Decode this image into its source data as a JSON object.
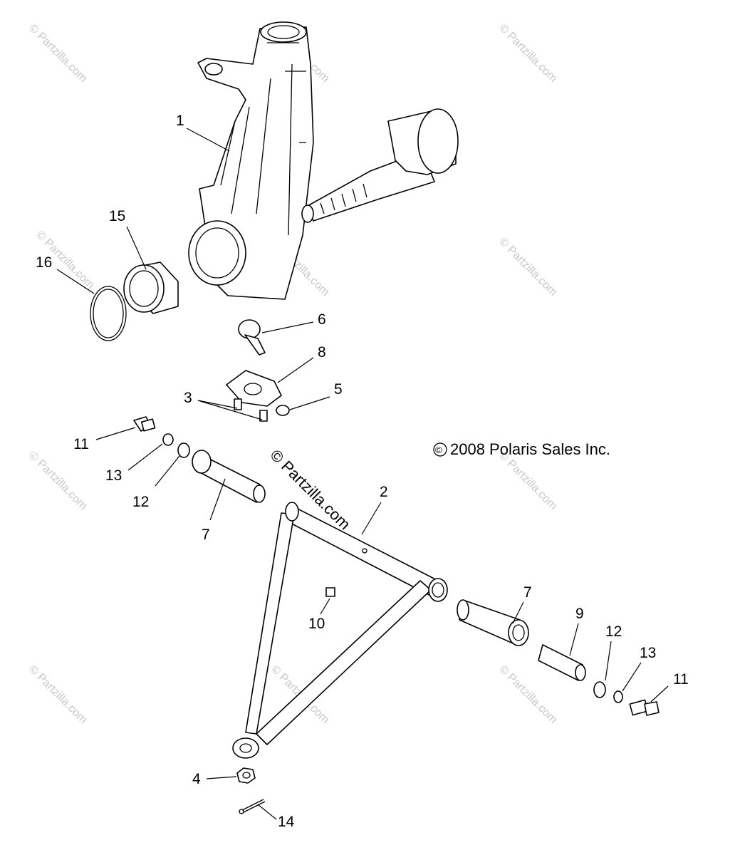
{
  "copyright": "2008 Polaris Sales Inc.",
  "copyright_symbol": "©",
  "watermark": "© Partzilla.com",
  "callouts": {
    "c1": "1",
    "c2": "2",
    "c3": "3",
    "c4": "4",
    "c5": "5",
    "c6": "6",
    "c7a": "7",
    "c7b": "7",
    "c8": "8",
    "c9": "9",
    "c10": "10",
    "c11a": "11",
    "c11b": "11",
    "c12a": "12",
    "c12b": "12",
    "c13a": "13",
    "c13b": "13",
    "c14": "14",
    "c15": "15",
    "c16": "16"
  }
}
